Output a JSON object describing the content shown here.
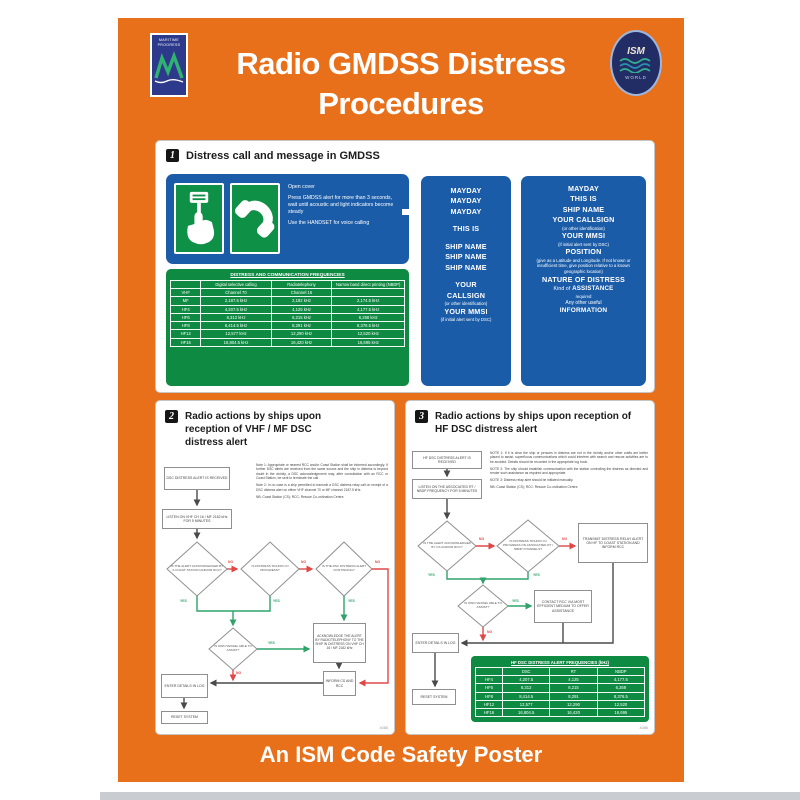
{
  "header": {
    "title_line1": "Radio GMDSS Distress",
    "title_line2": "Procedures",
    "logo_left": {
      "line1": "MARITIME",
      "line2": "PROGRESS"
    },
    "logo_right": {
      "top": "ISM",
      "bottom": "WORLD"
    }
  },
  "footer": {
    "text": "An ISM Code Safety Poster"
  },
  "s1": {
    "number": "1",
    "heading": "Distress call and message in GMDSS",
    "instructions": {
      "p1": "Open cover",
      "p2": "Press GMDSS alert for more than 3 seconds, wait until acoustic and light indicators become steady",
      "p3": "Use the HANDSET for voice calling"
    },
    "call": {
      "mayday1": "MAYDAY",
      "mayday2": "MAYDAY",
      "mayday3": "MAYDAY",
      "thisis": "THIS IS",
      "ship1": "SHIP NAME",
      "ship2": "SHIP NAME",
      "ship3": "SHIP NAME",
      "your": "YOUR",
      "callsign": "CALLSIGN",
      "id_note": "(or other identification)",
      "mmsi": "YOUR MMSI",
      "mmsi_note": "(if initial alert sent by DSC)"
    },
    "message": {
      "l1": "MAYDAY",
      "l2": "THIS IS",
      "l3": "SHIP NAME",
      "l4": "YOUR CALLSIGN",
      "l4b": "(or other identification)",
      "l5": "YOUR MMSI",
      "l5b": "(if initial alert sent by DSC)",
      "l6": "POSITION",
      "l6b": "(give as a Latitude and Longitude. If not known or insufficient time, give position relative to a known geographic location)",
      "l7": "NATURE OF DISTRESS",
      "l8a": "Kind of ",
      "l8b": "ASSISTANCE",
      "l8c": "required",
      "l9a": "Any other useful",
      "l9b": "INFORMATION"
    },
    "freq_table": {
      "title": "DISTRESS AND COMMUNICATION FREQUENCIES",
      "columns": [
        "",
        "Digital selective calling",
        "Radiotelephony",
        "Narrow band direct printing (NBDP)"
      ],
      "rows": [
        [
          "VHF",
          "Channel 70",
          "Channel 16",
          ""
        ],
        [
          "MF",
          "2,187.5 kHz",
          "2,182 kHz",
          "2,174.5 kHz"
        ],
        [
          "HF4",
          "4,207.5 kHz",
          "4,125 kHz",
          "4,177.5 kHz"
        ],
        [
          "HF6",
          "6,312 kHz",
          "6,215 kHz",
          "6,268 kHz"
        ],
        [
          "HF8",
          "8,414.5 kHz",
          "8,291 kHz",
          "8,376.5 kHz"
        ],
        [
          "HF12",
          "12,577 kHz",
          "12,290 kHz",
          "12,520 kHz"
        ],
        [
          "HF16",
          "16,804.5 kHz",
          "16,420 kHz",
          "16,695 kHz"
        ]
      ]
    }
  },
  "s2": {
    "number": "2",
    "heading": "Radio actions by ships upon reception of VHF / MF DSC distress alert",
    "notes": {
      "note1": "Note 1:  Appropriate or nearest RCC and/or Coast Station shall be informed accordingly. If further DSC alerts are received from the same source and the ship in distress is beyond doubt in the vicinity, a DSC acknowledgement may, after consultation with an RCC or Coast Station, be sent to terminate the call.",
      "note2": "Note 2:  In no case is a ship permitted to transmit a DSC distress relay call on receipt of a DSC distress alert on either VHF channel 70 or MF channel 2187.5 kHz.",
      "nb": "NB:  Coast Station (CS); RCC: Rescue Co-ordination Centre."
    },
    "flow": {
      "received": "DSC DISTRESS ALERT IS RECEIVED",
      "listen": "LISTEN ON VHF CH 16 / MF 2182 kHz FOR 5 MINUTES",
      "d1": "IS THE ALERT ACKNOWLEDGED BY A COAST STATION AND/OR RCC?",
      "d2": "IS DISTRESS TRAFFIC IN PROGRESS?",
      "d3": "IS THE DSC DISTRESS ALERT CONTINUING?",
      "d4": "IS OWN VESSEL ABLE TO ASSIST?",
      "ack": "ACKNOWLEDGE THE ALERT BY RADIOTELEPHONY TO THE SHIP IN DISTRESS ON VHF CH 16 / MF 2182 kHz",
      "inform": "INFORM CS AND RCC",
      "log": "ENTER DETAILS IN LOG",
      "reset": "RESET SYSTEM",
      "yes": "YES",
      "no": "NO"
    },
    "code": "4085"
  },
  "s3": {
    "number": "3",
    "heading": "Radio actions by ships upon reception of HF DSC distress alert",
    "notes": {
      "note1": "NOTE 1:  If it is clear the ship or persons in distress are not in the vicinity and/or other crafts are better placed to assist, superfluous communications which could interfere with search and rescue activities are to be avoided. Details should be recorded in the appropriate log book.",
      "note2": "NOTE 2:  The ship should establish communication with the station controlling the distress as directed and render such assistance as required and appropriate.",
      "note3": "NOTE 3:  Distress relay alert should be initiated manually.",
      "nb": "NB:  Coast Station (CS); RCC: Rescue Co-ordination Centre."
    },
    "flow": {
      "received": "HF DSC DISTRESS ALERT IS RECEIVED",
      "listen": "LISTEN ON THE ASSOCIATED RT / NBDP FREQUENCY FOR 5 MINUTES",
      "d1": "IS THE ALERT ACKNOWLEDGED BY CS AND/OR RCC?",
      "d2": "IS DISTRESS TRAFFIC IN PROGRESS ON ASSOCIATED RT / NBDP CHANNELS?",
      "relay": "TRANSMIT DISTRESS RELAY ALERT ON HF TO COAST STATION AND INFORM RCC",
      "d3": "IS OWN VESSEL ABLE TO ASSIST?",
      "contact": "CONTACT RCC VIA MOST EFFICIENT MEDIUM TO OFFER ASSISTANCE",
      "log": "ENTER DETAILS IN LOG",
      "reset": "RESET SYSTEM",
      "yes": "YES",
      "no": "NO"
    },
    "hf_table": {
      "title": "HF DSC DISTRESS ALERT FREQUENCIES (kHz)",
      "columns": [
        "",
        "DSC",
        "RT",
        "NBDP"
      ],
      "rows": [
        [
          "HF4",
          "4,207.5",
          "4,125",
          "4,177.5"
        ],
        [
          "HF6",
          "6,312",
          "6,215",
          "6,268"
        ],
        [
          "HF8",
          "8,414.5",
          "8,291",
          "8,376.5"
        ],
        [
          "HF12",
          "12,577",
          "12,290",
          "12,520"
        ],
        [
          "HF16",
          "16,804.5",
          "16,420",
          "16,695"
        ]
      ]
    },
    "code": "4086"
  },
  "colors": {
    "orange": "#E8701A",
    "blue_panel": "#1B5CA8",
    "green_sign": "#0E9147",
    "green_table": "#0E8A43",
    "arrow_yes": "#2FA36B",
    "arrow_no": "#E04848"
  }
}
